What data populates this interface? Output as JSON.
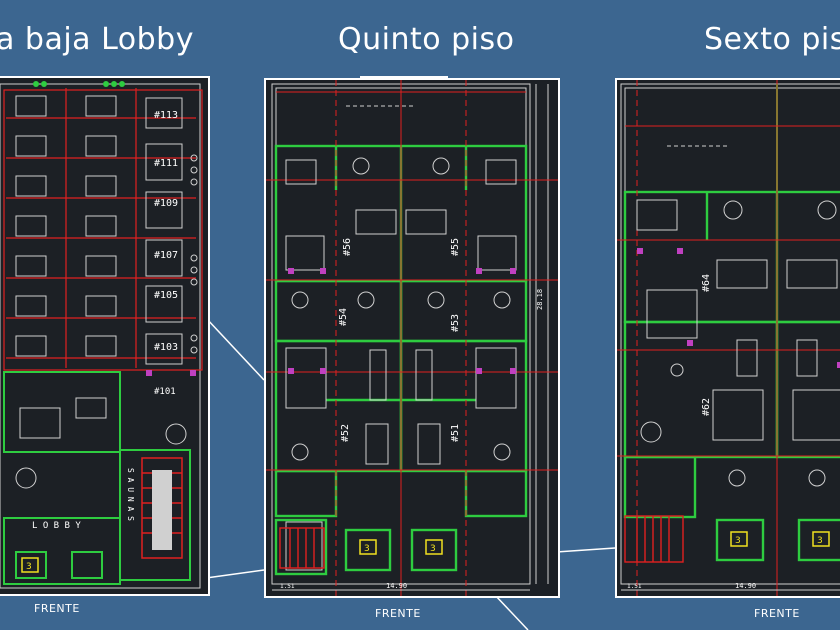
{
  "slide": {
    "titles": {
      "left": "a baja Lobby",
      "center": "Quinto piso",
      "right": "Sexto piso"
    },
    "frente_label": "FRENTE",
    "colors": {
      "background": "#3c6690",
      "wall_green": "#2ecc40",
      "wall_red": "#e02020",
      "plan_bg": "#1c2025",
      "furniture": "#d0d0d0",
      "accent_magenta": "#c040c0",
      "accent_yellow": "#f0e020"
    }
  },
  "lobby_plan": {
    "unit_labels": [
      "#113",
      "#111",
      "#109",
      "#107",
      "#105",
      "#103",
      "#101"
    ],
    "lobby_label": "L O B B Y",
    "saunas_label": "S A U N A S",
    "stair_label": "3"
  },
  "fifth_floor_plan": {
    "unit_labels": [
      "#56",
      "#55",
      "#54",
      "#53",
      "#52",
      "#51"
    ],
    "dimension_width": "14.90",
    "dimension_height": "28.18",
    "dimension_side": "1.51",
    "stair_labels": [
      "3",
      "3"
    ]
  },
  "sixth_floor_plan": {
    "unit_labels": [
      "#64",
      "#62"
    ],
    "dimension_width": "14.90",
    "dimension_side": "1.51",
    "stair_labels": [
      "3",
      "3"
    ]
  }
}
